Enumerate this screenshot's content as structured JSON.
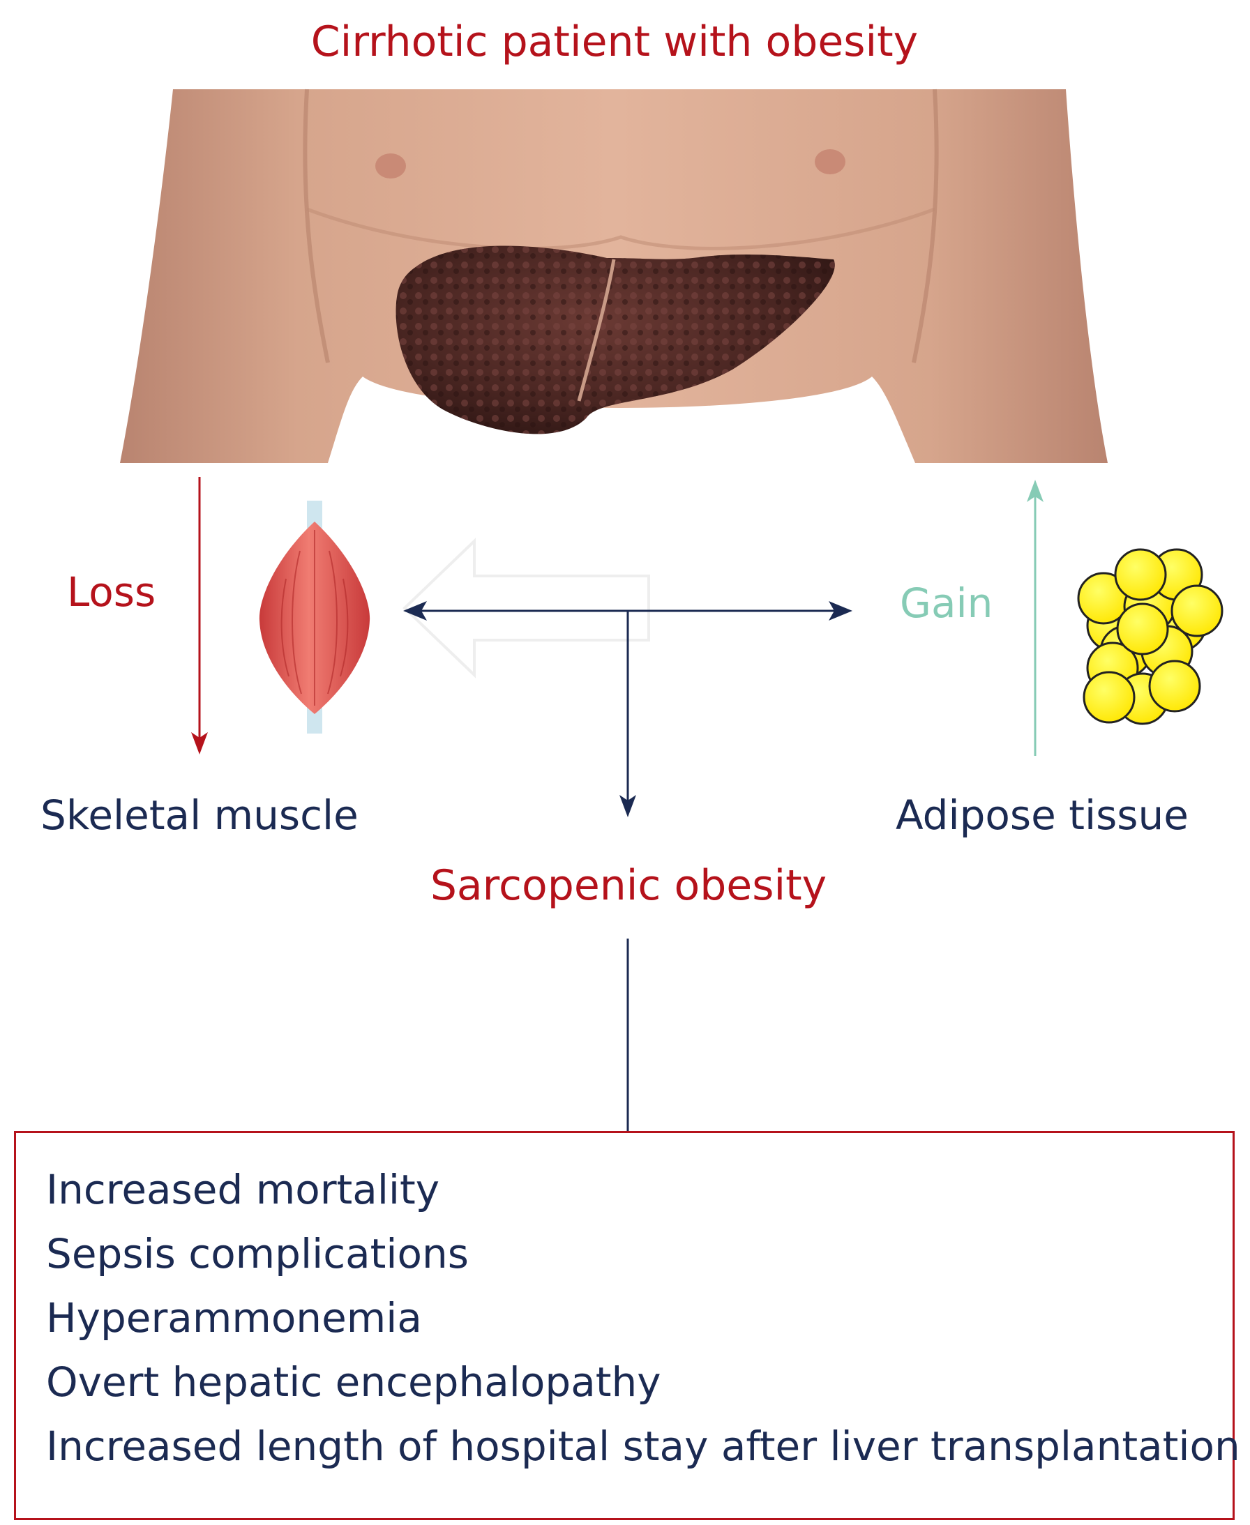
{
  "title": "Cirrhotic patient with obesity",
  "loss_label": "Loss",
  "gain_label": "Gain",
  "skeletal_muscle_label": "Skeletal muscle",
  "adipose_tissue_label": "Adipose tissue",
  "result_label": "Sarcopenic obesity",
  "outcomes": [
    "Increased mortality",
    "Sepsis complications",
    "Hyperammonemia",
    "Overt hepatic encephalopathy",
    "Increased length of hospital stay after liver transplantation"
  ],
  "colors": {
    "red": "#b5121b",
    "navy": "#1b2a52",
    "mint": "#86cbb5",
    "fat_yellow": "#ffee00",
    "skin": "#d6a58c",
    "liver": "#4a2622"
  },
  "icons": [
    "torso-illustration",
    "cirrhotic-liver-icon",
    "muscle-icon",
    "fat-cells-icon"
  ]
}
